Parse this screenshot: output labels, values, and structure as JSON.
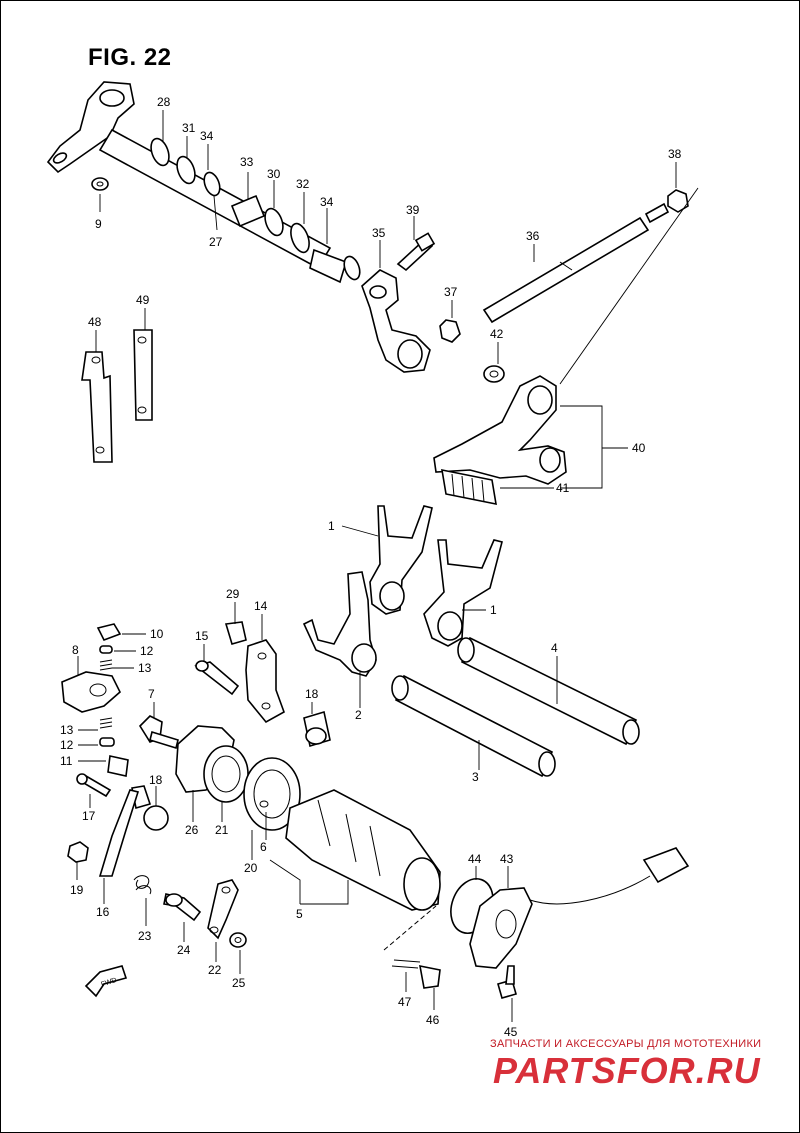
{
  "figure": {
    "title": "FIG. 22",
    "direction_label": "FWD",
    "callouts": [
      "28",
      "31",
      "34",
      "9",
      "27",
      "33",
      "30",
      "32",
      "34",
      "39",
      "35",
      "36",
      "38",
      "37",
      "42",
      "48",
      "49",
      "40",
      "41",
      "1",
      "1",
      "29",
      "14",
      "15",
      "10",
      "12",
      "8",
      "13",
      "7",
      "18",
      "2",
      "4",
      "13",
      "12",
      "11",
      "3",
      "17",
      "18",
      "26",
      "21",
      "6",
      "20",
      "19",
      "16",
      "5",
      "23",
      "24",
      "22",
      "25",
      "44",
      "43",
      "47",
      "46",
      "45"
    ]
  },
  "watermark": {
    "tagline": "ЗАПЧАСТИ И АКСЕССУАРЫ ДЛЯ МОТОТЕХНИКИ",
    "brand": "PARTSFOR.RU",
    "brand_color": "#d8303a"
  }
}
